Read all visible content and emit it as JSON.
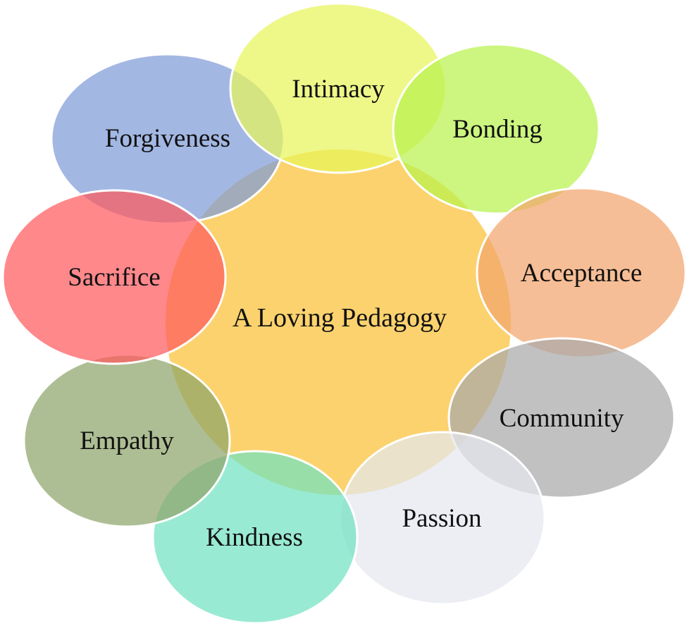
{
  "center": {
    "label": "A Loving Pedagogy",
    "color": "#FCD26E"
  },
  "petals": [
    {
      "key": "intimacy",
      "label": "Intimacy",
      "color": "#E8F55A"
    },
    {
      "key": "bonding",
      "label": "Bonding",
      "color": "#B9F24E"
    },
    {
      "key": "acceptance",
      "label": "Acceptance",
      "color": "#F2A56E"
    },
    {
      "key": "community",
      "label": "Community",
      "color": "#A9A9A9"
    },
    {
      "key": "passion",
      "label": "Passion",
      "color": "#E4E8F0"
    },
    {
      "key": "kindness",
      "label": "Kindness",
      "color": "#72E2C0"
    },
    {
      "key": "empathy",
      "label": "Empathy",
      "color": "#8FA56B"
    },
    {
      "key": "sacrifice",
      "label": "Sacrifice",
      "color": "#FF5A5E"
    },
    {
      "key": "forgiveness",
      "label": "Forgiveness",
      "color": "#7F9BD8"
    }
  ]
}
